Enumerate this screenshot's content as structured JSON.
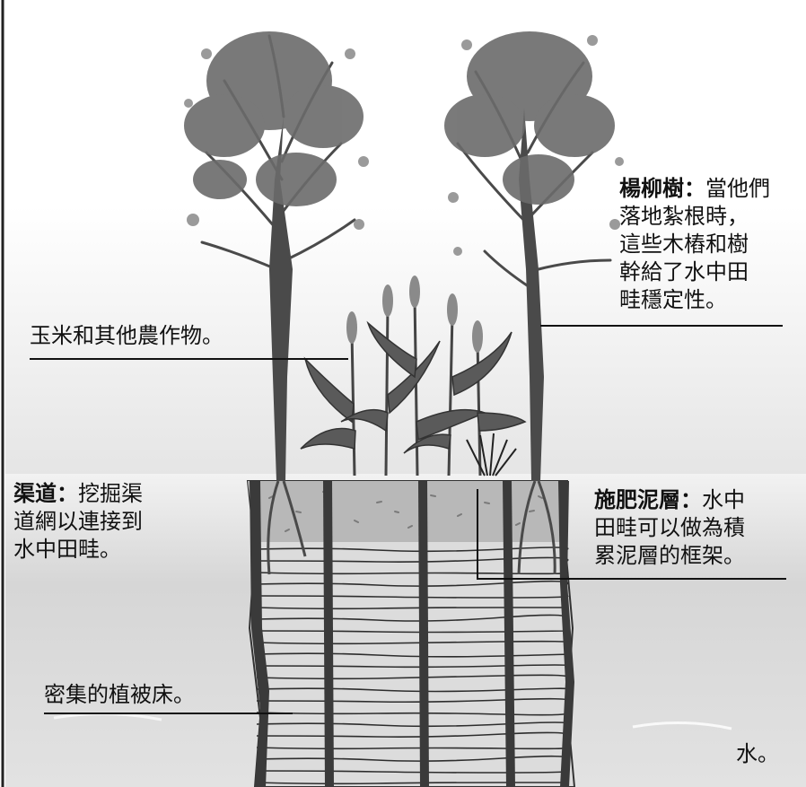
{
  "labels": {
    "poplar": {
      "title": "楊柳樹：",
      "lines": [
        "當他們",
        "落地紮根時，",
        "這些木樁和樹",
        "幹給了水中田",
        "畦穩定性。"
      ]
    },
    "crops": {
      "text": "玉米和其他農作物。"
    },
    "canal": {
      "title": "渠道：",
      "lines": [
        "挖掘渠",
        "道網以連接到",
        "水中田畦。"
      ]
    },
    "fertile_mud": {
      "title": "施肥泥層：",
      "lines": [
        "水中",
        "田畦可以做為積",
        "累泥層的框架。"
      ]
    },
    "vegetation_bed": {
      "text": "密集的植被床。"
    },
    "water": {
      "text": "水。"
    }
  },
  "colors": {
    "ink": "#111111",
    "water_gray": "#d9d9d9",
    "mud_top": "#b3b3b3",
    "stake_dark": "#3a3a3a",
    "foliage": "#6b6b6b",
    "crop_leaf": "#555555"
  }
}
